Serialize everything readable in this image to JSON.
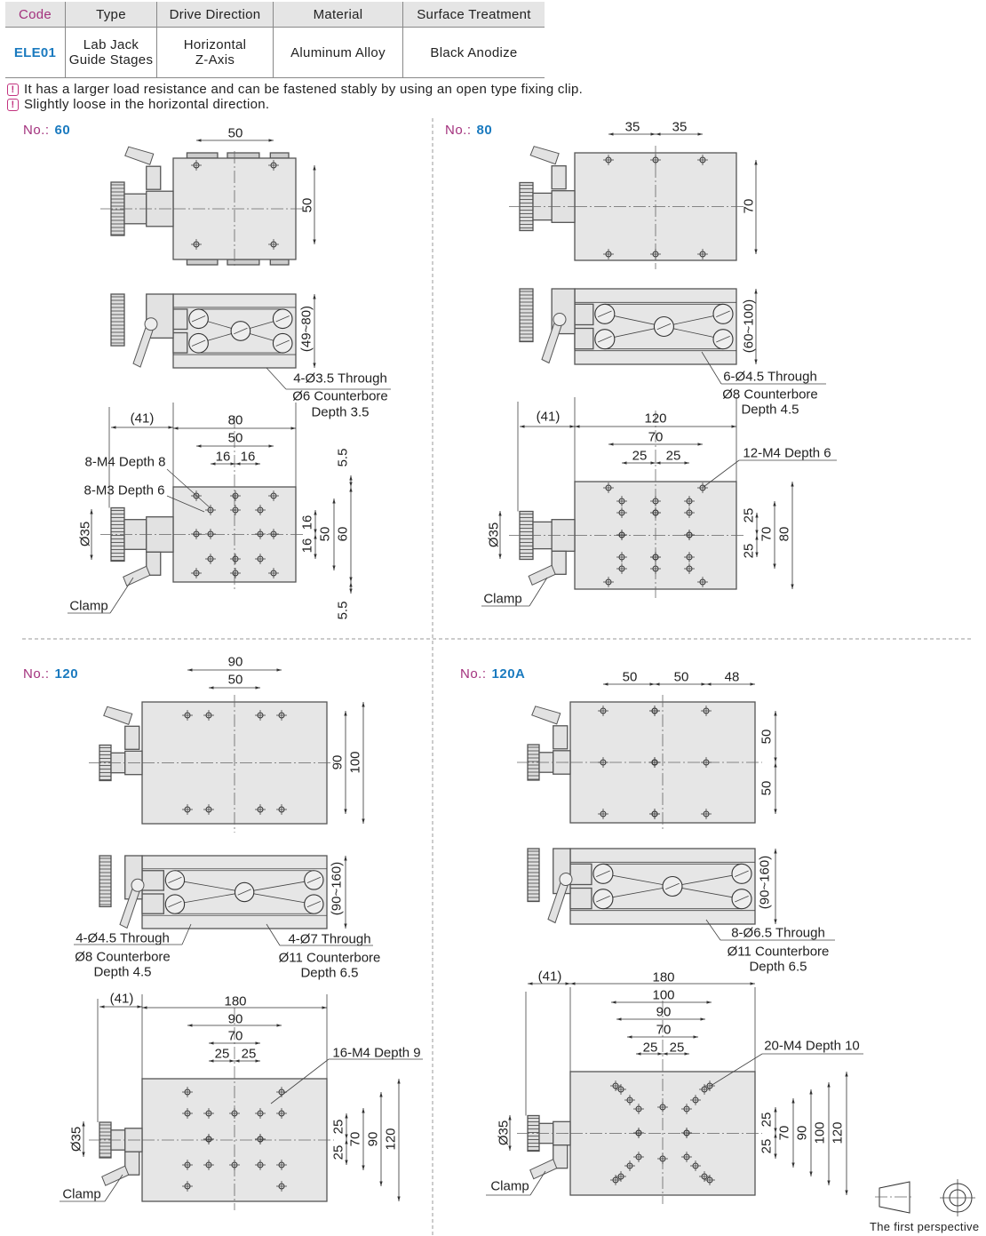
{
  "spec_table": {
    "headers": [
      "Code",
      "Type",
      "Drive Direction",
      "Material",
      "Surface Treatment"
    ],
    "row": {
      "code": "ELE01",
      "type": [
        "Lab Jack",
        "Guide Stages"
      ],
      "drive": [
        "Horizontal",
        "Z-Axis"
      ],
      "material": "Aluminum Alloy",
      "surface": "Black Anodize"
    }
  },
  "notes": [
    "It has a larger load resistance and can be fastened stably by using an open type fixing clip.",
    "Slightly loose in the horizontal direction."
  ],
  "colors": {
    "code_label": "#a3317d",
    "code_value": "#1a7abf",
    "warning": "#c2337f",
    "body_fill": "#e6e6e6"
  },
  "panels": [
    {
      "label": "No.:",
      "number": "60",
      "labels": [
        "50",
        "50",
        "(49~80)",
        "4-Ø3.5 Through",
        "Ø6 Counterbore",
        "Depth 3.5",
        "(41)",
        "80",
        "50",
        "16",
        "16",
        "8-M4 Depth 8",
        "8-M3 Depth 6",
        "Ø35",
        "16",
        "16",
        "50",
        "60",
        "5.5",
        "5.5",
        "Clamp"
      ]
    },
    {
      "label": "No.:",
      "number": "80",
      "labels": [
        "35",
        "35",
        "70",
        "(60~100)",
        "6-Ø4.5 Through",
        "Ø8 Counterbore",
        "Depth 4.5",
        "(41)",
        "120",
        "70",
        "25",
        "25",
        "12-M4 Depth 6",
        "Ø35",
        "25",
        "25",
        "70",
        "80",
        "Clamp"
      ]
    },
    {
      "label": "No.:",
      "number": "120",
      "labels": [
        "90",
        "50",
        "90",
        "100",
        "(90~160)",
        "4-Ø4.5 Through",
        "Ø8 Counterbore",
        "Depth 4.5",
        "4-Ø7 Through",
        "Ø11 Counterbore",
        "Depth 6.5",
        "(41)",
        "180",
        "90",
        "70",
        "25",
        "25",
        "16-M4 Depth 9",
        "Ø35",
        "25",
        "25",
        "70",
        "90",
        "120",
        "Clamp"
      ]
    },
    {
      "label": "No.:",
      "number": "120A",
      "labels": [
        "50",
        "50",
        "48",
        "50",
        "50",
        "(90~160)",
        "8-Ø6.5 Through",
        "Ø11 Counterbore",
        "Depth 6.5",
        "(41)",
        "180",
        "100",
        "90",
        "70",
        "25",
        "25",
        "20-M4 Depth 10",
        "Ø35",
        "25",
        "25",
        "70",
        "90",
        "100",
        "120",
        "Clamp"
      ]
    }
  ],
  "projection_note": "The first perspective"
}
